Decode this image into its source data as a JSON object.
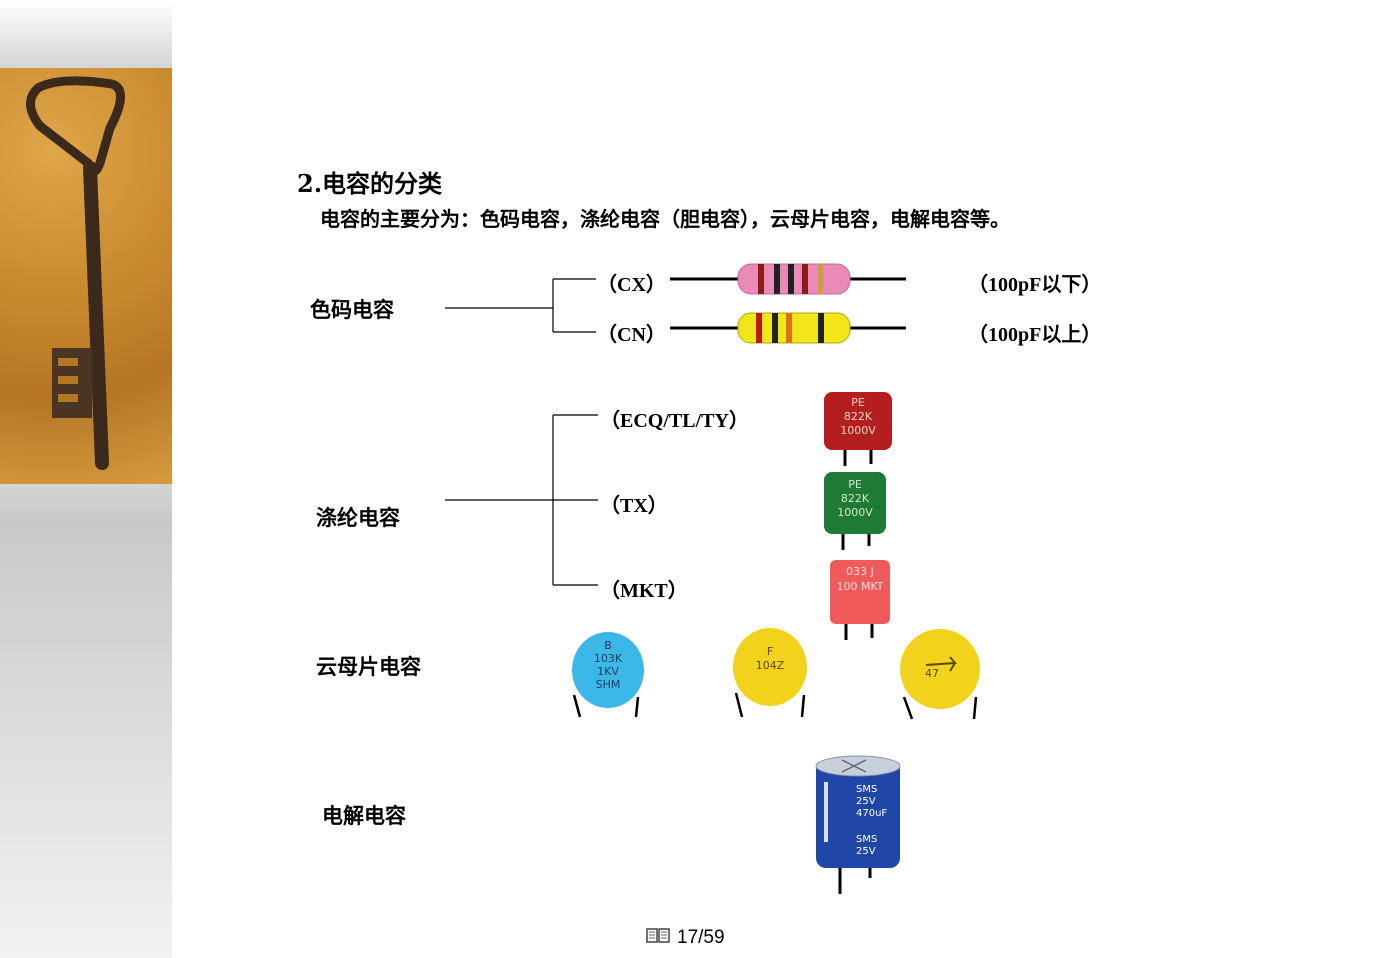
{
  "slide": {
    "title": "2.电容的分类",
    "intro": "电容的主要分为：色码电容，涤纶电容（胆电容），云母片电容，电解电容等。"
  },
  "categories": {
    "color_code": {
      "label": "色码电容",
      "items": [
        {
          "code": "（CX）",
          "range": "（100pF以下）",
          "body_color": "#e98bb6"
        },
        {
          "code": "（CN）",
          "range": "（100pF以上）",
          "body_color": "#f1e619"
        }
      ]
    },
    "polyester": {
      "label": "涤纶电容",
      "items": [
        {
          "code": "（ECQ/TL/TY）",
          "body_color": "#b51e1e",
          "marking": [
            "PE",
            "822K",
            "1000V"
          ]
        },
        {
          "code": "（TX）",
          "body_color": "#1f7a36",
          "marking": [
            "PE",
            "822K",
            "1000V"
          ]
        },
        {
          "code": "（MKT）",
          "body_color": "#f05a5a",
          "marking": [
            "033  J",
            "100 MKT"
          ]
        }
      ]
    },
    "mica": {
      "label": "云母片电容",
      "items": [
        {
          "body_color": "#3bb7e8",
          "marking": [
            "B",
            "103K",
            "1KV",
            "SHM"
          ]
        },
        {
          "body_color": "#f2d21a",
          "marking": [
            "F",
            "104Z"
          ]
        },
        {
          "body_color": "#f2d21a",
          "marking": [
            "47"
          ]
        }
      ]
    },
    "electrolytic": {
      "label": "电解电容",
      "body_color": "#1f47a8",
      "marking": [
        "SMS",
        "25V",
        "470uF",
        "SMS",
        "25V"
      ]
    }
  },
  "footer": {
    "page_indicator": "17/59",
    "icon": "book-icon"
  }
}
